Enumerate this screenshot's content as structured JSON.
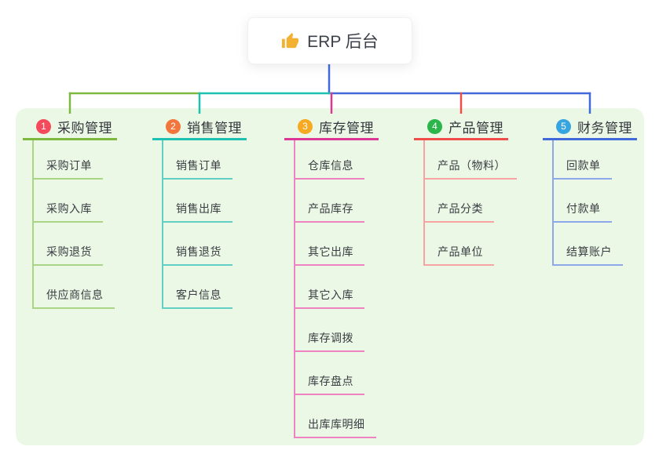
{
  "root": {
    "title": "ERP 后台",
    "icon": "thumbs-up-icon",
    "icon_color": "#f2b131"
  },
  "colors": {
    "panel_bg": "#ecf8e6",
    "trunk_line": "#4169d9",
    "root_card_bg": "#ffffff",
    "text_dark": "#33363c"
  },
  "branches": [
    {
      "index": "1",
      "label": "采购管理",
      "badge_color": "#f5495c",
      "line_color": "#7cb93e",
      "child_line_color": "#a9d584",
      "children": [
        "采购订单",
        "采购入库",
        "采购退货",
        "供应商信息"
      ]
    },
    {
      "index": "2",
      "label": "销售管理",
      "badge_color": "#f2763b",
      "line_color": "#1ec0b2",
      "child_line_color": "#62cfc4",
      "children": [
        "销售订单",
        "销售出库",
        "销售退货",
        "客户信息"
      ]
    },
    {
      "index": "3",
      "label": "库存管理",
      "badge_color": "#f7a921",
      "line_color": "#dd3796",
      "child_line_color": "#ef83c2",
      "children": [
        "仓库信息",
        "产品库存",
        "其它出库",
        "其它入库",
        "库存调拨",
        "库存盘点",
        "出库库明细"
      ]
    },
    {
      "index": "4",
      "label": "产品管理",
      "badge_color": "#2cb54b",
      "line_color": "#f04c4c",
      "child_line_color": "#f8a2a2",
      "children": [
        "产品（物料）",
        "产品分类",
        "产品单位"
      ]
    },
    {
      "index": "5",
      "label": "财务管理",
      "badge_color": "#36a4df",
      "line_color": "#4169d9",
      "child_line_color": "#8ca8ea",
      "children": [
        "回款单",
        "付款单",
        "结算账户"
      ]
    }
  ]
}
